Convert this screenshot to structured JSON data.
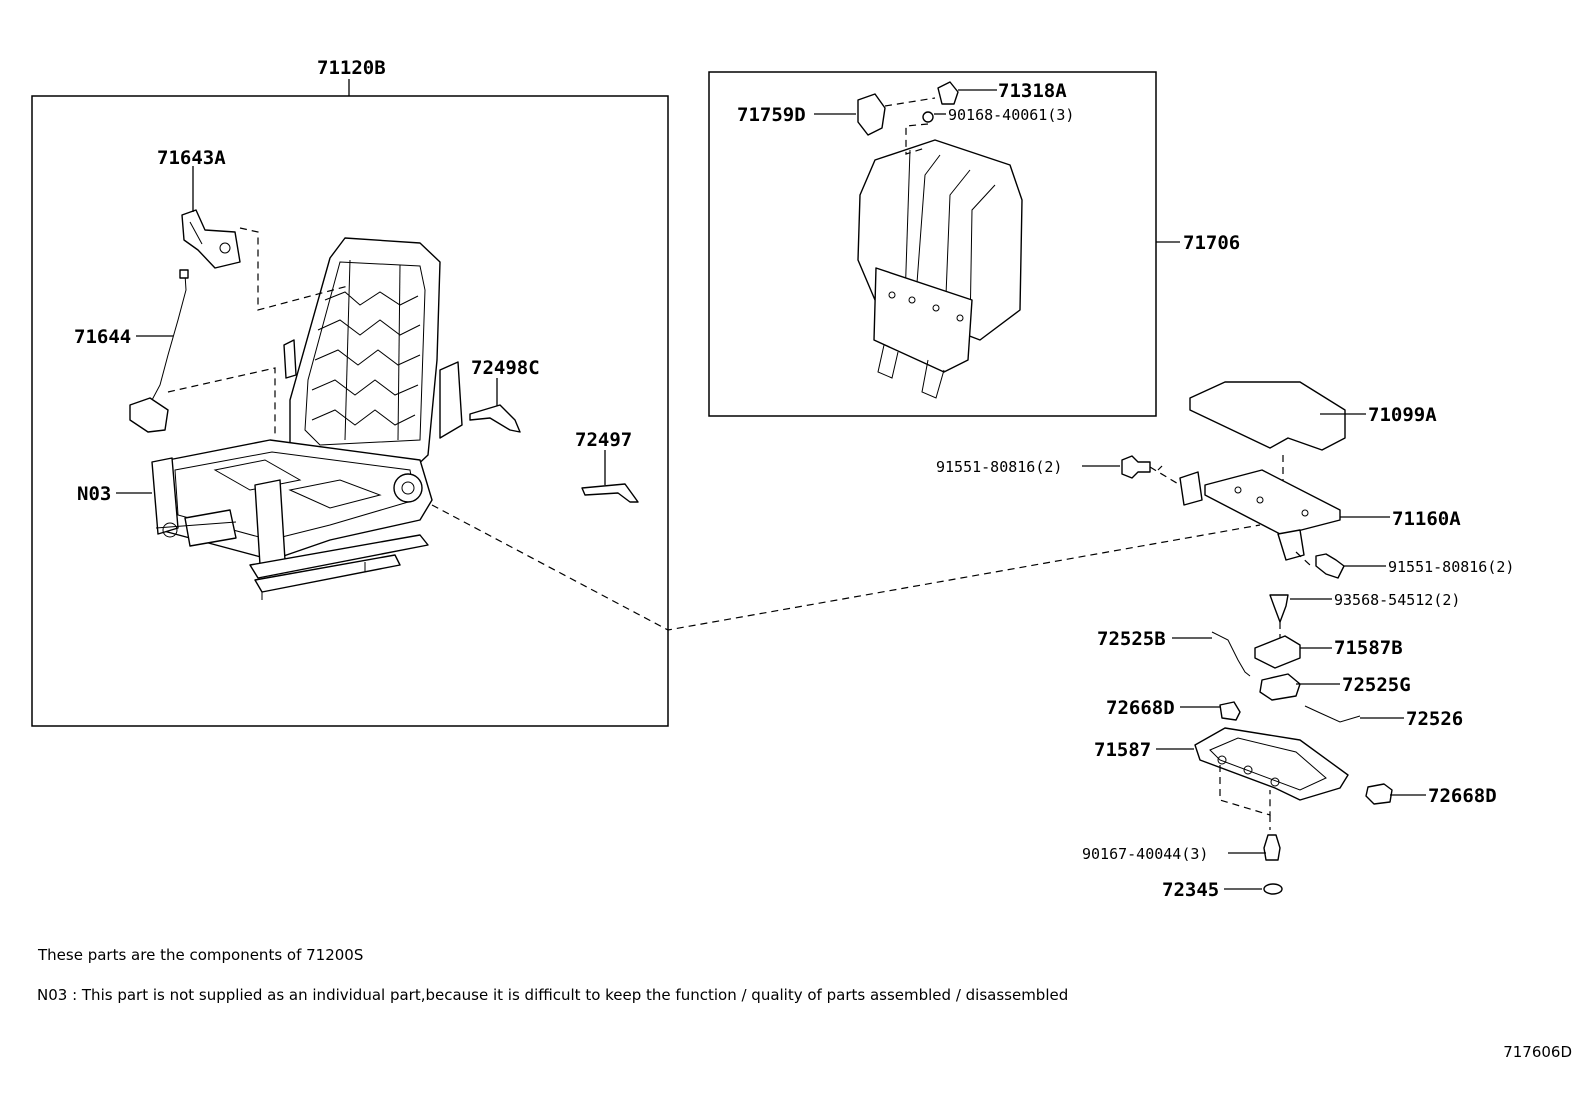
{
  "labels": {
    "p71120B": "71120B",
    "p71643A": "71643A",
    "p71644": "71644",
    "p72498C": "72498C",
    "p72497": "72497",
    "pN03": "N03",
    "p71318A": "71318A",
    "p71759D": "71759D",
    "p90168": "90168-40061(3)",
    "p71706": "71706",
    "p71099A": "71099A",
    "p91551a": "91551-80816(2)",
    "p71160A": "71160A",
    "p91551b": "91551-80816(2)",
    "p93568": "93568-54512(2)",
    "p72525B": "72525B",
    "p71587B": "71587B",
    "p72525G": "72525G",
    "p72668Da": "72668D",
    "p72526": "72526",
    "p71587": "71587",
    "p72668Db": "72668D",
    "p90167": "90167-40044(3)",
    "p72345": "72345"
  },
  "notes": {
    "components": "These parts are the components of  71200S",
    "n03": "N03 : This part is not supplied as an individual part,because it is difficult to keep the function / quality of parts assembled / disassembled"
  },
  "figure_code": "717606D"
}
